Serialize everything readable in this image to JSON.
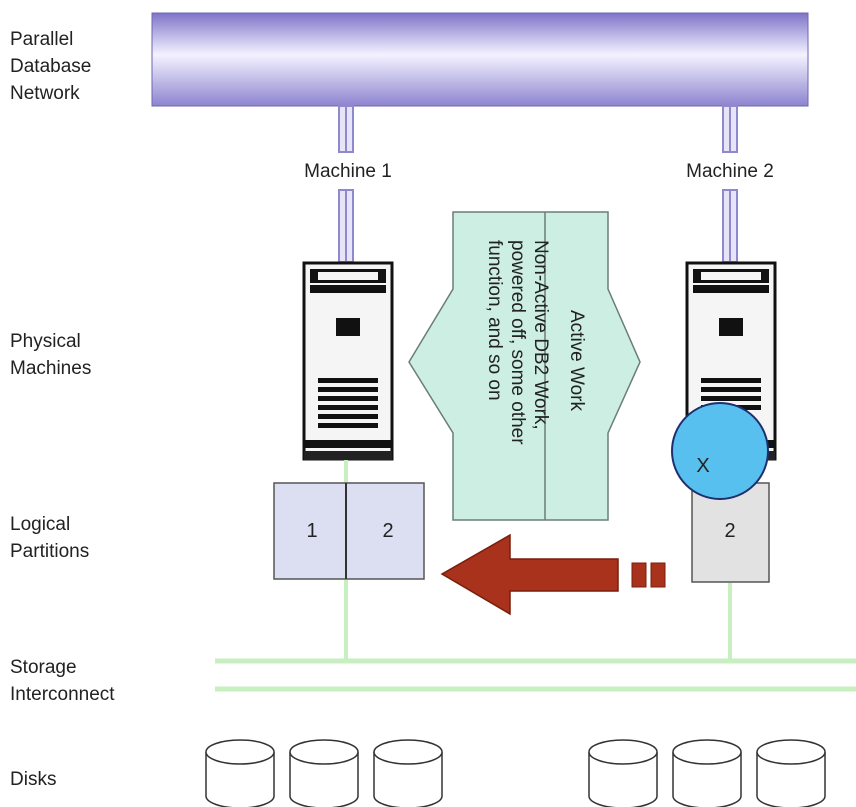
{
  "row_labels": {
    "network": [
      "Parallel",
      "Database",
      "Network"
    ],
    "physical": [
      "Physical",
      "Machines"
    ],
    "logical": [
      "Logical",
      "Partitions"
    ],
    "storage": [
      "Storage",
      "Interconnect"
    ],
    "disks": "Disks"
  },
  "machines": [
    {
      "name": "Machine 1",
      "partitions": [
        "1",
        "2"
      ]
    },
    {
      "name": "Machine 2",
      "partitions": [
        "2"
      ],
      "failure_mark": "X"
    }
  ],
  "workload": {
    "left_text": [
      "Non-Active DB2 Work,",
      "powered off, some other",
      "function, and so on"
    ],
    "right_text": "Active Work"
  },
  "colors": {
    "network_bar": "#9b93d8",
    "network_cable": "#9e98d6",
    "storage_line": "#c8efc0",
    "arrow_fill": "#cdeee2",
    "arrow_stroke": "#6a7f74",
    "partition_fill_1": "#dcdff2",
    "partition_fill_2": "#e2e2e2",
    "failure_circle": "#57c0ef",
    "migration_arrow": "#a8321b"
  }
}
